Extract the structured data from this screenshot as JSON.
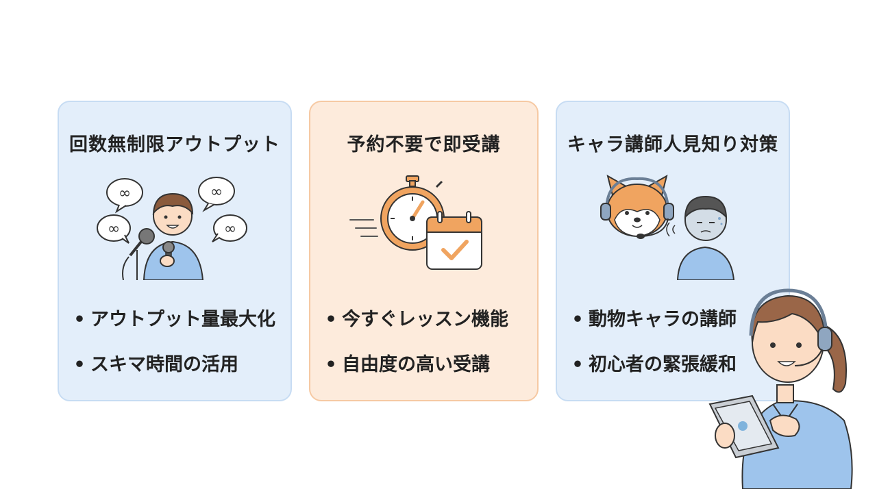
{
  "cards": [
    {
      "title": "回数無制限アウトプット",
      "bullets": [
        "アウトプット量最大化",
        "スキマ時間の活用"
      ],
      "illustration": "person-with-microphone-and-infinity-speech-bubbles",
      "bubble_symbol": "∞"
    },
    {
      "title": "予約不要で即受講",
      "bullets": [
        "今すぐレッスン機能",
        "自由度の高い受講"
      ],
      "illustration": "stopwatch-and-calendar-check"
    },
    {
      "title": "キャラ講師人見知り対策",
      "bullets": [
        "動物キャラの講師",
        "初心者の緊張緩和"
      ],
      "illustration": "shiba-dog-with-headset-and-nervous-person"
    }
  ],
  "presenter": {
    "illustration": "woman-with-headset-holding-tablet"
  },
  "colors": {
    "card_blue_bg": "#e3eefa",
    "card_blue_border": "#c7dcf3",
    "card_orange_bg": "#fdebdc",
    "card_orange_border": "#f6c9a3",
    "accent_orange": "#f0a460",
    "text": "#222222"
  }
}
